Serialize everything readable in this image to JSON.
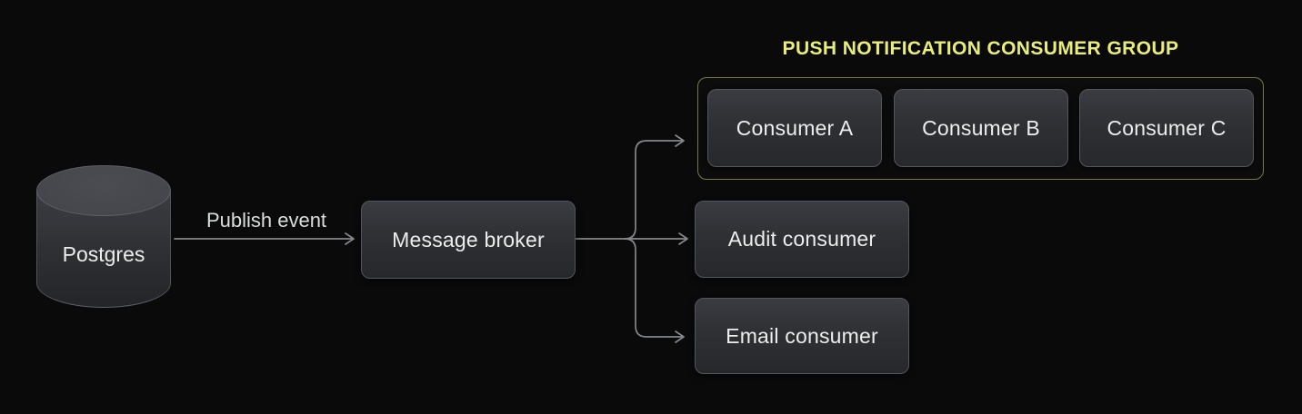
{
  "diagram": {
    "group": {
      "title": "PUSH NOTIFICATION CONSUMER GROUP",
      "members": [
        "Consumer A",
        "Consumer B",
        "Consumer C"
      ]
    },
    "nodes": {
      "postgres": {
        "label": "Postgres",
        "shape": "cylinder"
      },
      "message_broker": {
        "label": "Message broker",
        "shape": "rounded-rect"
      },
      "consumer_a": {
        "label": "Consumer A",
        "shape": "rounded-rect"
      },
      "consumer_b": {
        "label": "Consumer B",
        "shape": "rounded-rect"
      },
      "consumer_c": {
        "label": "Consumer C",
        "shape": "rounded-rect"
      },
      "audit_consumer": {
        "label": "Audit consumer",
        "shape": "rounded-rect"
      },
      "email_consumer": {
        "label": "Email consumer",
        "shape": "rounded-rect"
      }
    },
    "edges": [
      {
        "from": "postgres",
        "to": "message_broker",
        "label": "Publish event"
      },
      {
        "from": "message_broker",
        "to": "push_notification_consumer_group",
        "label": ""
      },
      {
        "from": "message_broker",
        "to": "audit_consumer",
        "label": ""
      },
      {
        "from": "message_broker",
        "to": "email_consumer",
        "label": ""
      }
    ],
    "colors": {
      "background": "#0a0a0b",
      "node_fill_top": "#3a3c41",
      "node_fill_bottom": "#26282b",
      "node_border": "#53565c",
      "node_text": "#eceded",
      "group_border": "#767a42",
      "group_title_text": "#e9ed7c",
      "connector": "#85878b",
      "edge_label_text": "#dcdddd"
    }
  }
}
